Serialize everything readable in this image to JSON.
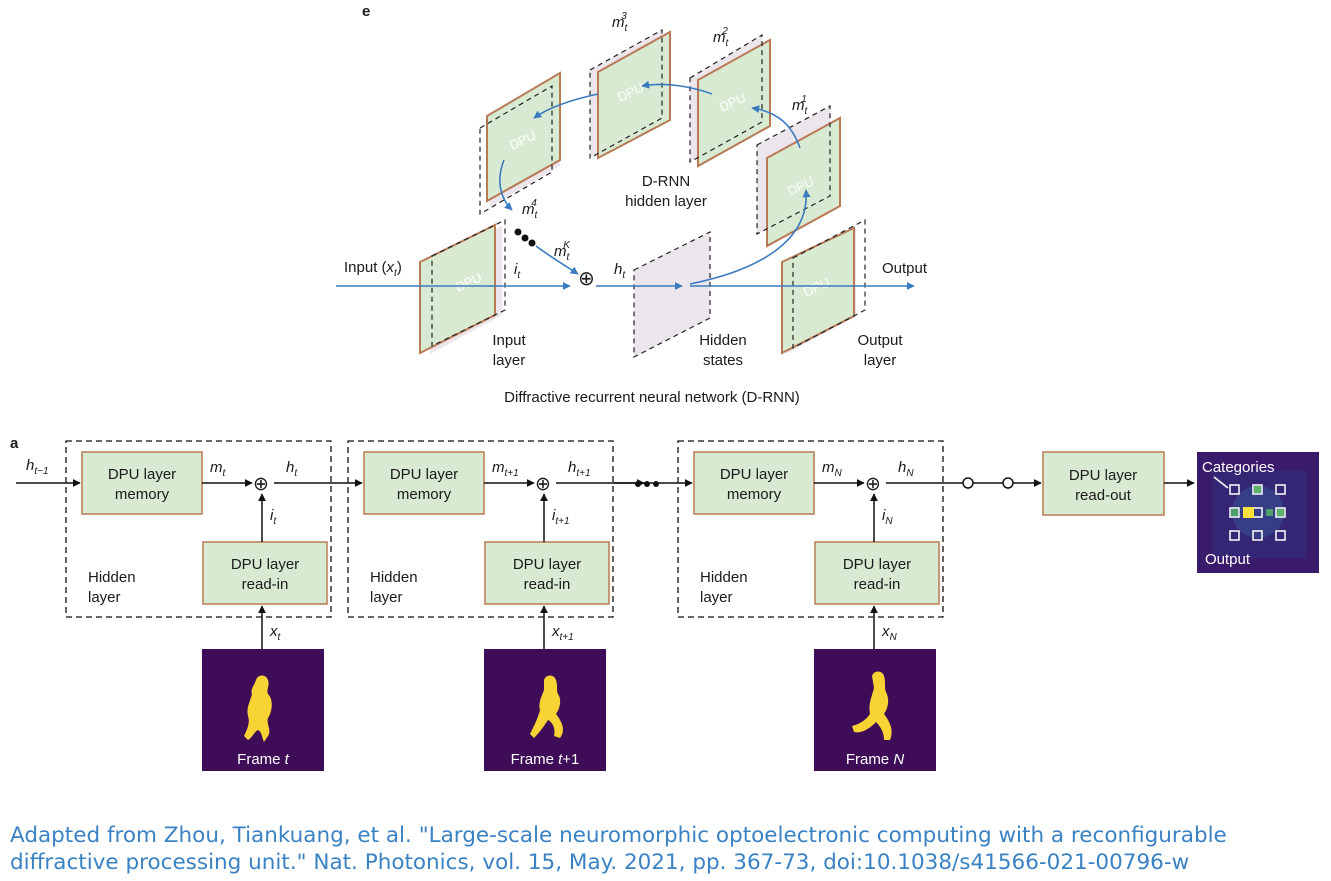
{
  "panel_e": {
    "label": "e",
    "dpu_text": "DPU",
    "memory_labels": {
      "m3": {
        "base": "m",
        "sub": "t",
        "sup": "3"
      },
      "m2": {
        "base": "m",
        "sub": "t",
        "sup": "2"
      },
      "m1": {
        "base": "m",
        "sub": "t",
        "sup": "1"
      },
      "m4": {
        "base": "m",
        "sub": "t",
        "sup": "4"
      },
      "mK": {
        "base": "m",
        "sub": "t",
        "sup": "K"
      }
    },
    "hidden_layer_lines": [
      "D-RNN",
      "hidden layer"
    ],
    "input_label": {
      "pre": "Input (",
      "base": "x",
      "sub": "t",
      "post": ")"
    },
    "it_label": {
      "base": "i",
      "sub": "t"
    },
    "ht_label": {
      "base": "h",
      "sub": "t"
    },
    "output_label": "Output",
    "input_layer_lines": [
      "Input",
      "layer"
    ],
    "hidden_states_lines": [
      "Hidden",
      "states"
    ],
    "output_layer_lines": [
      "Output",
      "layer"
    ],
    "title": "Diffractive recurrent neural network (D-RNN)",
    "plus": "⊕"
  },
  "panel_a": {
    "label": "a",
    "h_prev": {
      "base": "h",
      "sub": "t−1"
    },
    "blocks": [
      {
        "mem_lines": [
          "DPU layer",
          "memory"
        ],
        "read_lines": [
          "DPU layer",
          "read-in"
        ],
        "hidden_lines": [
          "Hidden",
          "layer"
        ],
        "m": {
          "base": "m",
          "sub": "t"
        },
        "h": {
          "base": "h",
          "sub": "t"
        },
        "i": {
          "base": "i",
          "sub": "t"
        },
        "x": {
          "base": "x",
          "sub": "t"
        },
        "frame": {
          "pre": "Frame ",
          "var": "t",
          "post": ""
        }
      },
      {
        "mem_lines": [
          "DPU layer",
          "memory"
        ],
        "read_lines": [
          "DPU layer",
          "read-in"
        ],
        "hidden_lines": [
          "Hidden",
          "layer"
        ],
        "m": {
          "base": "m",
          "sub": "t+1"
        },
        "h": {
          "base": "h",
          "sub": "t+1"
        },
        "i": {
          "base": "i",
          "sub": "t+1"
        },
        "x": {
          "base": "x",
          "sub": "t+1"
        },
        "frame": {
          "pre": "Frame ",
          "var": "t",
          "post": "+1"
        }
      },
      {
        "mem_lines": [
          "DPU layer",
          "memory"
        ],
        "read_lines": [
          "DPU layer",
          "read-in"
        ],
        "hidden_lines": [
          "Hidden",
          "layer"
        ],
        "m": {
          "base": "m",
          "sub": "N"
        },
        "h": {
          "base": "h",
          "sub": "N"
        },
        "i": {
          "base": "i",
          "sub": "N"
        },
        "x": {
          "base": "x",
          "sub": "N"
        },
        "frame": {
          "pre": "Frame ",
          "var": "N",
          "post": ""
        }
      }
    ],
    "readout_lines": [
      "DPU layer",
      "read-out"
    ],
    "categories_label": "Categories",
    "output_label": "Output",
    "plus": "⊕"
  },
  "caption": "Adapted from Zhou, Tiankuang, et al. \"Large-scale neuromorphic optoelectronic computing with a reconfigurable diffractive processing unit.\" Nat. Photonics, vol. 15, May. 2021, pp. 367-73, doi:10.1038/s41566-021-00796-w",
  "colors": {
    "dpu_fill": "#d9ead3",
    "dpu_border": "#b87a55",
    "plane_back": "#ece6ec",
    "arrow_blue": "#3a7bbf",
    "frame_bg": "#3f0d58",
    "silhouette": "#f7d334",
    "output_bg": "#3a1a6a",
    "caption": "#3a82c4"
  }
}
